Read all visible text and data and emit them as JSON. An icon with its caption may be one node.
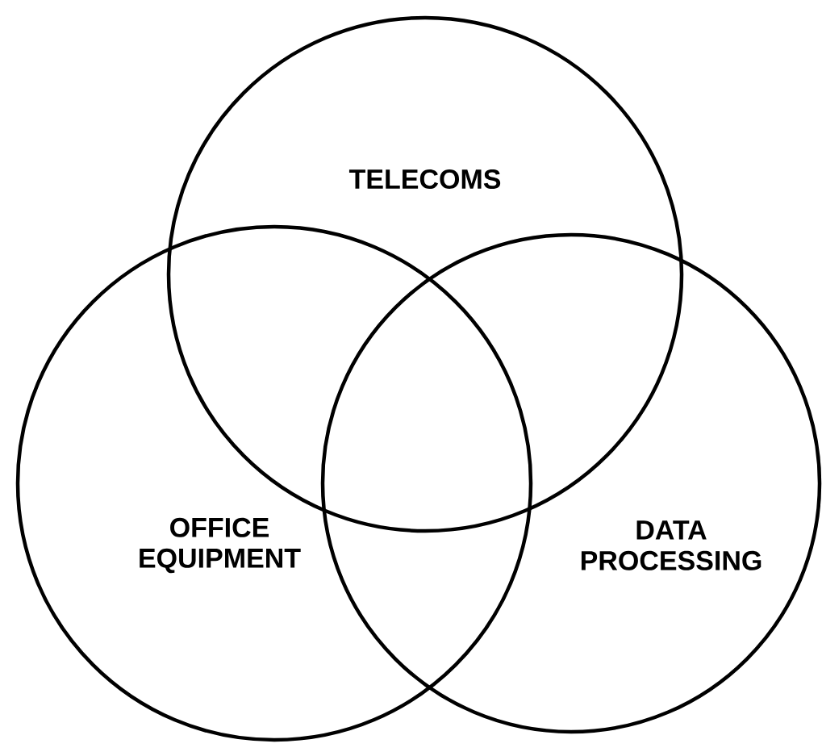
{
  "diagram": {
    "nodes": [
      {
        "text": [
          "TELECOMS"
        ]
      },
      {
        "text": [
          "OFFICE EQUIPMENT"
        ]
      },
      {
        "text": [
          "DATA PROCESSING"
        ]
      }
    ]
  }
}
